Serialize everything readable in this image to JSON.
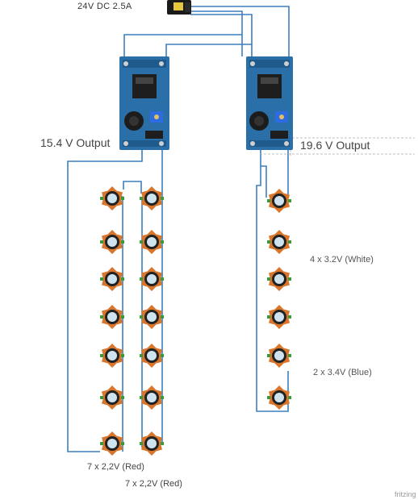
{
  "labels": {
    "supply": "24V DC  2.5A",
    "output_left": "15.4 V Output",
    "output_right": "19.6 V Output",
    "white_leds": "4 x 3.2V (White)",
    "blue_leds": "2 x 3.4V (Blue)",
    "red_leds_1": "7 x 2,2V (Red)",
    "red_leds_2": "7 x 2,2V (Red)",
    "brand": "fritzing"
  },
  "colors": {
    "wire": "#3b7fbf",
    "pcb": "#2b6fa8",
    "led_ring": "#d9762b",
    "led_center": "#cfe3ef",
    "led_lead": "#3a9a3a",
    "dc_jack": "#e5c640"
  },
  "components": {
    "dc_jack": "dc-jack-icon",
    "converters": [
      "buck-converter-icon",
      "buck-converter-icon"
    ],
    "led": "star-led-icon"
  }
}
